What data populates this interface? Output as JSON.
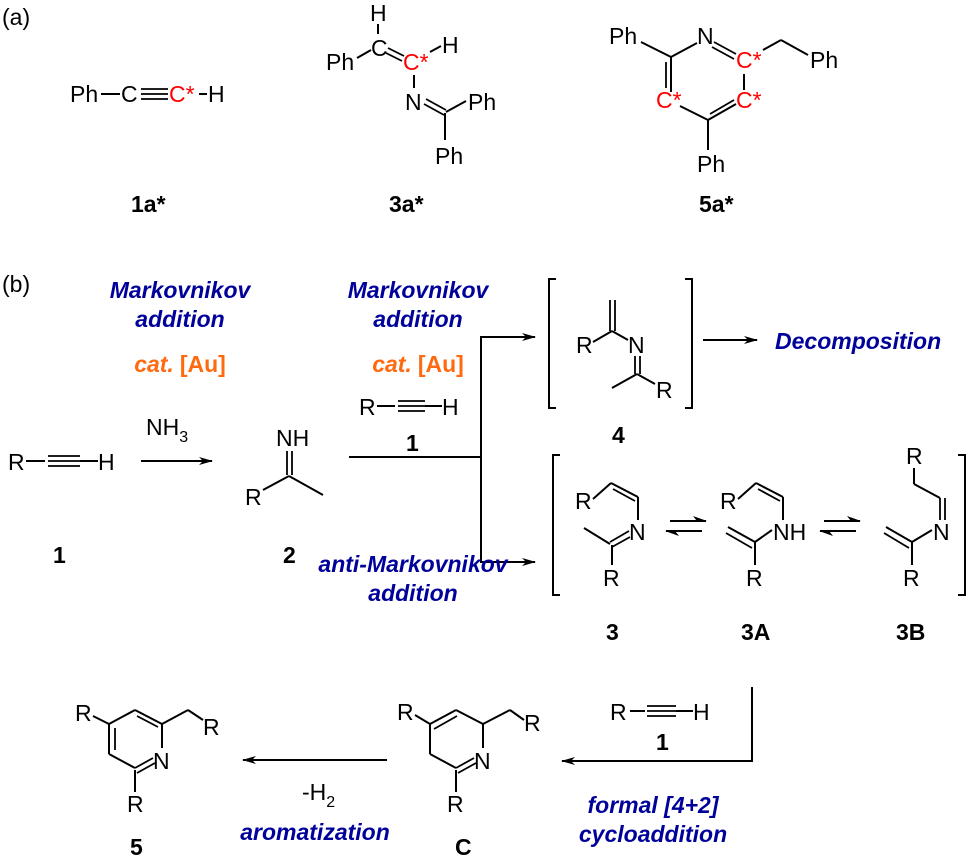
{
  "panels": {
    "a": {
      "label": "(a)"
    },
    "b": {
      "label": "(b)"
    }
  },
  "colors": {
    "label_blue": "#00009a",
    "catalyst_orange": "#ff6a10",
    "labeled_carbon_red": "#ff0000"
  },
  "panel_a": {
    "compounds": [
      {
        "id": "1a*",
        "label": "1a*",
        "formula_parts": [
          "Ph",
          "C",
          "C*",
          "H"
        ]
      },
      {
        "id": "3a*",
        "label": "3a*",
        "atoms": [
          "H",
          "C",
          "C*",
          "H",
          "Ph",
          "N",
          "Ph",
          "Ph"
        ]
      },
      {
        "id": "5a*",
        "label": "5a*",
        "atoms": [
          "Ph",
          "N",
          "C*",
          "Ph",
          "C*",
          "C*",
          "Ph"
        ]
      }
    ]
  },
  "panel_b": {
    "step1": {
      "condition_line1": "Markovnikov",
      "condition_line2": "addition",
      "catalyst_italic": "cat.",
      "catalyst_metal": "[Au]",
      "reagent": "NH",
      "reagent_subscript": "3"
    },
    "step2": {
      "condition_line1": "Markovnikov",
      "condition_line2": "addition",
      "catalyst_italic": "cat.",
      "catalyst_metal": "[Au]",
      "reagent_R": "R",
      "reagent_H": "H",
      "reagent_label": "1"
    },
    "anti_markovnikov": {
      "line1": "anti-Markovnikov",
      "line2": "addition"
    },
    "decomposition": "Decomposition",
    "cycloaddition": {
      "reagent_R": "R",
      "reagent_H": "H",
      "reagent_label": "1",
      "line1": "formal [4+2]",
      "line2": "cycloaddition"
    },
    "aromatization": {
      "reagent": "-H",
      "reagent_subscript": "2",
      "line1": "aromatization"
    },
    "compounds": {
      "c1": {
        "label": "1",
        "R": "R",
        "H": "H"
      },
      "c2": {
        "label": "2",
        "NH": "NH",
        "R": "R"
      },
      "c4": {
        "label": "4",
        "R1": "R",
        "N": "N",
        "R2": "R"
      },
      "c3": {
        "label": "3",
        "R1": "R",
        "N": "N",
        "R2": "R"
      },
      "c3A": {
        "label": "3A",
        "R1": "R",
        "NH": "NH",
        "R2": "R"
      },
      "c3B": {
        "label": "3B",
        "R1": "R",
        "N": "N",
        "R2": "R"
      },
      "cC": {
        "label": "C",
        "R1": "R",
        "N": "N",
        "R2": "R",
        "R3": "R"
      },
      "c5": {
        "label": "5",
        "R1": "R",
        "N": "N",
        "R2": "R",
        "R3": "R"
      }
    }
  }
}
